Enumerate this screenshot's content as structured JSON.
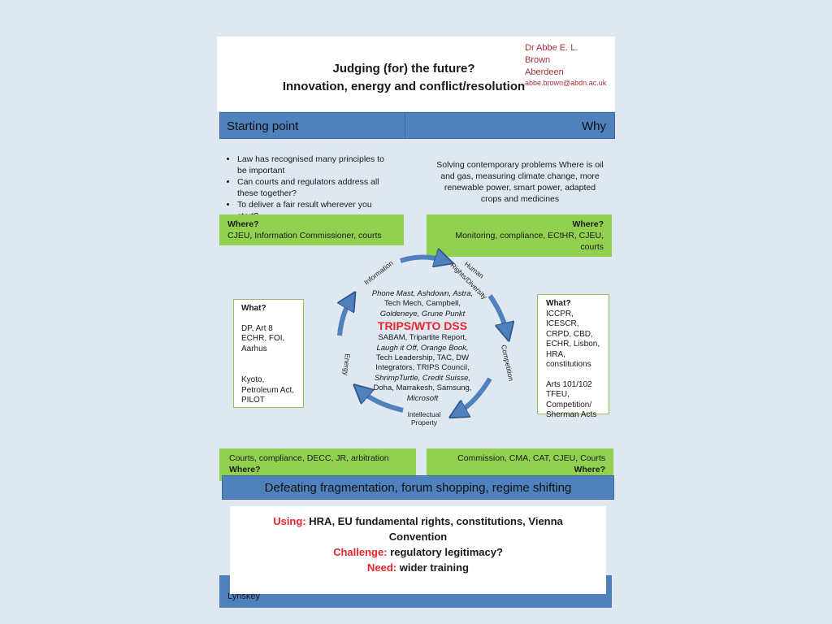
{
  "header": {
    "title_line1": "Judging (for) the future?",
    "title_line2": "Innovation, energy and conflict/resolution",
    "author_name_1": "Dr Abbe E. L.",
    "author_name_2": "Brown",
    "author_affiliation": "Aberdeen",
    "author_email": "abbe.brown@abdn.ac.uk"
  },
  "bars": {
    "starting_point": "Starting point",
    "why": "Why",
    "defeating": "Defeating fragmentation, forum shopping, regime shifting"
  },
  "starting_bullets": [
    "Law has recognised many principles to be important",
    "Can courts and regulators address all these together?",
    "To deliver a fair result wherever you start?"
  ],
  "why_text": "Solving contemporary problems Where is oil and gas, measuring climate change, more renewable power, smart power, adapted crops and medicines",
  "where_top_left": {
    "label": "Where?",
    "text": "CJEU, Information Commissioner, courts"
  },
  "where_top_right": {
    "label": "Where?",
    "text": "Monitoring, compliance, ECtHR, CJEU, courts"
  },
  "what_left": {
    "label": "What?",
    "group1": "DP, Art 8 ECHR, FOI, Aarhus",
    "group2": "Kyoto, Petroleum Act, PILOT"
  },
  "what_right": {
    "label": "What?",
    "group1": "ICCPR, ICESCR, CRPD, CBD, ECHR, Lisbon, HRA, constitutions",
    "group2": "Arts 101/102 TFEU, Competition/ Sherman Acts"
  },
  "cycle": {
    "information": "Information",
    "human_rights_1": "Human",
    "human_rights_2": "Rights/Diversity",
    "competition": "Competition",
    "ip_1": "Intellectual",
    "ip_2": "Property",
    "energy": "Energy"
  },
  "center": {
    "cases_1": "Phone Mast, Ashdown, Astra,",
    "cases_2": "Tech Mech, Campbell,",
    "cases_3": "Goldeneye, Grune Punkt",
    "highlight": "TRIPS/WTO DSS",
    "cases_4": "SABAM, Tripartite Report,",
    "cases_5": "Laugh it Off, Orange Book,",
    "cases_6": "Tech Leadership, TAC, DW",
    "cases_7": "Integrators, TRIPS Council,",
    "cases_8": "ShrimpTurtle, Credit Suisse,",
    "cases_9": "Doha, Marrakesh, Samsung,",
    "cases_10": "Microsoft"
  },
  "where_bottom_left": {
    "text": "Courts, compliance, DECC, JR, arbitration",
    "label": "Where?"
  },
  "where_bottom_right": {
    "text": "Commission, CMA, CAT, CJEU, Courts",
    "label": "Where?"
  },
  "conclusion": {
    "using_label": "Using:",
    "using_text": "HRA, EU fundamental rights, constitutions, Vienna Convention",
    "challenge_label": "Challenge:",
    "challenge_text": "regulatory legitimacy?",
    "need_label": "Need:",
    "need_text": "wider training"
  },
  "footer": {
    "text": "Lynskey"
  },
  "colors": {
    "blue_bar": "#4f81bd",
    "green_box": "#92d050",
    "arrow": "#4f81bd",
    "highlight_red": "#e8262b",
    "author_text": "#a0333a"
  }
}
